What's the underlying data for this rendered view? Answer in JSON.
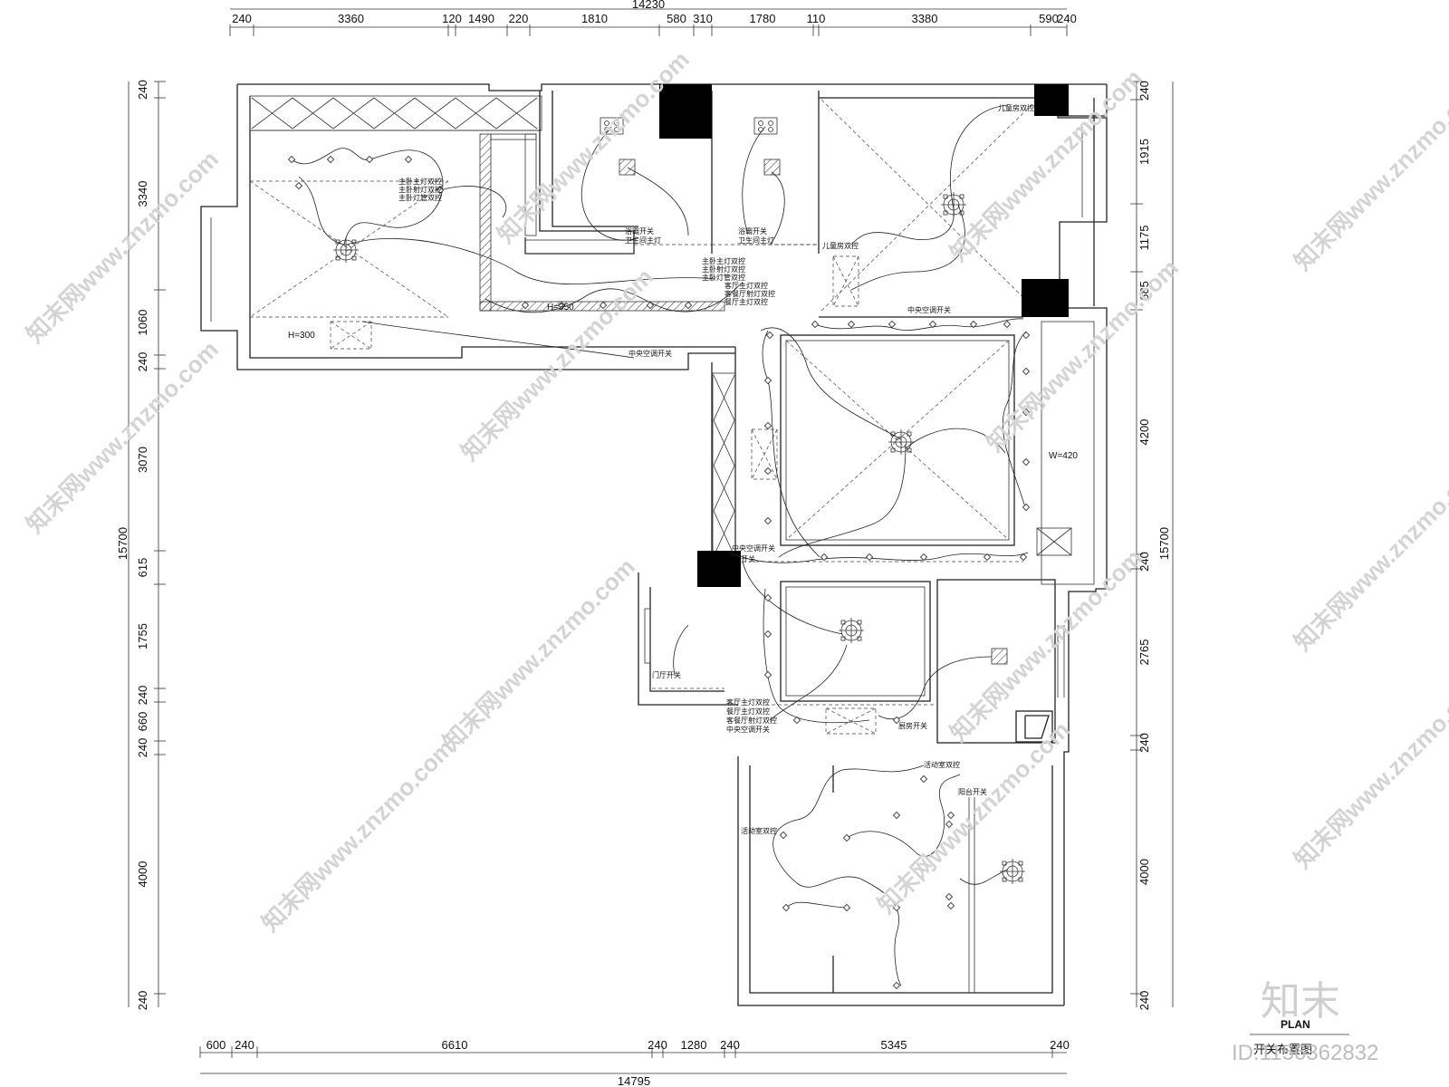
{
  "dimensions": {
    "top_total": "14230",
    "top_segments": [
      "240",
      "3360",
      "120",
      "1490",
      "220",
      "1810",
      "580",
      "310",
      "1780",
      "110",
      "3380",
      "590",
      "240"
    ],
    "bottom_total": "14795",
    "bottom_segments": [
      "600",
      "240",
      "6610",
      "240",
      "1280",
      "240",
      "5345",
      "240"
    ],
    "left_total": "15700",
    "left_segments": [
      "240",
      "3340",
      "1060",
      "240",
      "3070",
      "615",
      "1755",
      "240",
      "660",
      "240",
      "4000",
      "240"
    ],
    "right_total": "15700",
    "right_segments": [
      "240",
      "1915",
      "1175",
      "685",
      "4200",
      "240",
      "2765",
      "240",
      "4000",
      "240"
    ]
  },
  "heights": {
    "h300": "H=300",
    "h350": "H=350",
    "w420": "W=420"
  },
  "switch_labels": {
    "master_bed_group": [
      "主卧主灯双控",
      "主卧射灯双控",
      "主卧灯管双控"
    ],
    "bath1": [
      "浴霸开关",
      "卫生间主灯"
    ],
    "bath2": [
      "浴霸开关",
      "卫生间主灯"
    ],
    "child_room_top": "儿童房双控",
    "child_room_bottom": "儿童房双控",
    "central_ac_child": "中央空调开关",
    "corridor_group": [
      "主卧主灯双控",
      "主卧射灯双控",
      "主卧灯管双控",
      "客厅主灯双控",
      "客餐厅射灯双控",
      "餐厅主灯双控"
    ],
    "central_ac_master": "中央空调开关",
    "entry_ac": "中央空调开关",
    "entry_ac_2": "开关",
    "entry_light": "门厅开关",
    "living_group": [
      "客厅主灯双控",
      "餐厅主灯双控",
      "客餐厅射灯双控",
      "中央空调开关"
    ],
    "kitchen": "厨房开关",
    "activity_top": "活动室双控",
    "activity_left": "活动室双控",
    "balcony": "阳台开关"
  },
  "footer": {
    "plan_en": "PLAN",
    "plan_cn": "开关布置图"
  },
  "watermark": {
    "site": "知末网www.znzmo.com",
    "brand": "知末",
    "id": "ID:1156362832"
  }
}
